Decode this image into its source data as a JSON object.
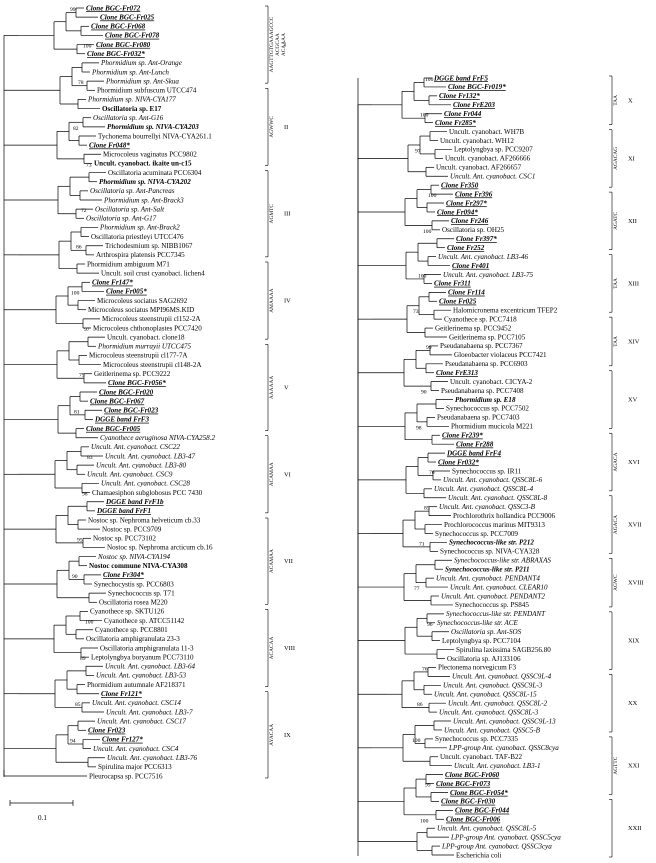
{
  "left_taxa": [
    "Clone BGC-Fr072",
    "Clone BGC-Fr025",
    "Clone BGC-Fr068",
    "Clone BGC-Fr078",
    "Clone BGC-Fr080",
    "Clone BGC-Fr032*",
    "Phormidium sp. Ant-Orange",
    "Phormidium sp. Ant-Lunch",
    "Phormidium sp. Ant-Skua",
    "Phormidium subfuscum UTCC474",
    "Phormidium sp. NIVA-CYA177",
    "Oscillatoria sp. E17",
    "Oscillatoria sp. Ant-G16",
    "Phormidium sp. NIVA-CYA203",
    "Tychonema bourrellyi NIVA-CYA261.1",
    "Clone Fr048*",
    "Microcoleus vaginatus PCC9802",
    "Uncult. cyanobact. ikaite un-c15",
    "Oscillatoria acuminata PCC6304",
    "Phormidium sp. NIVA-CYA202",
    "Oscillatoria sp. Ant-Pancreas",
    "Phormidium sp. Ant-Brack3",
    "Oscillatoria sp. Ant-Salt",
    "Oscillatoria sp. Ant-G17",
    "Phormidium sp. Ant-Brack2",
    "Oscillatoria priestleyi UTCC476",
    "Trichodesmium sp. NIBB1067",
    "Arthrospira platensis PCC7345",
    "Phormidium ambiguum M71",
    "Uncult. soil crust cyanobact. lichen4",
    "Clone Fr147*",
    "Clone Fr005*",
    "Microcoleus sociatus SAG2692",
    "Microcoleus sociatus MPI96MS.KID",
    "Microcoleus steenstrupii cl152-2A",
    "Microcoleus chthonoplastes PCC7420",
    "Uncult. cyanobact. clone18",
    "Phormidium murrayii UTCC475",
    "Microcoleus steenstrupii cl177-7A",
    "Microcoleus steenstrupii cl148-2A",
    "Geitlerinema sp. PCC9222",
    "Clone BGC-Fr056*",
    "Clone BGC-Fr020",
    "Clone BGC-Fr067",
    "Clone BGC-Fr023",
    "DGGE band FrF3",
    "Clone BGC-Fr005",
    "Cyanothece aeruginosa NIVA-CYA258.2",
    "Uncult. Ant. cyanobact. CSC22",
    "Uncult. Ant. cyanobact. LB3-47",
    "Uncult. Ant. cyanobact. LB3-80",
    "Uncult. Ant. cyanobact. CSC9",
    "Uncult. Ant. cyanobact. CSC28",
    "Chamaesiphon subglobosus PCC 7430",
    "DGGE band FrF1b",
    "DGGE band FrF1",
    "Nostoc sp. Nephroma helveticum cb.33",
    "Nostoc sp. PCC9709",
    "Nostoc sp. PCC73102",
    "Nostoc sp. Nephroma arcticum cb.16",
    "Nostoc sp. NIVA-CYA194",
    "Nostoc commune NIVA-CYA308",
    "Clone Fr304*",
    "Synechocystis sp. PCC6803",
    "Synechococcus sp. T71",
    "Oscillatoria rosea M220",
    "Cyanothece sp. SKTU126",
    "Cyanothece sp. ATCC51142",
    "Cyanothece sp. PCC8801",
    "Oscillatoria amphigranulata 23-3",
    "Oscillatoria amphigranulata 11-3",
    "Leptolyngbya boryanum PCC73110",
    "Uncult. Ant. cyanobact. LB3-64",
    "Uncult. Ant. cyanobact. LB3-53",
    "Phormidium autumnale AF218371",
    "Clone Fr121*",
    "Uncult. Ant. cyanobact. CSC14",
    "Uncult. Ant. cyanobact. LB3-7",
    "Uncult. Ant. cyanobact. CSC17",
    "Clone Fr023",
    "Clone Fr127*",
    "Uncult. Ant. cyanobact. CSC4",
    "Uncult. Ant. cyanobact. LB3-76",
    "Spirulina major PCC6313",
    "Pleurocapsa sp. PCC7516"
  ],
  "right_taxa": [
    "DGGE band FrF5",
    "Clone BGC-Fr019*",
    "Clone Fr132*",
    "Clone FrE203",
    "Clone Fr044",
    "Clone Fr285*",
    "Uncult. cyanobact. WH7B",
    "Uncult. cyanobact. WH12",
    "Leptolyngbya sp. PCC9207",
    "Uncult. cyanobact. AF266666",
    "Uncult. cyanobact. AF266657",
    "Uncult. Ant. cyanobact. CSC1",
    "Clone Fr350",
    "Clone Fr396",
    "Clone Fr297*",
    "Clone Fr094*",
    "Clone Fr246",
    "Oscillatoria sp. OH25",
    "Clone Fr397*",
    "Clone Fr252",
    "Uncult. Ant. cyanobact. LB3-46",
    "Clone Fr401",
    "Uncult. Ant. cyanobact. LB3-75",
    "Clone Fr311",
    "Clone Fr114",
    "Clone Fr025",
    "Halomicronema excentricum TFEP2",
    "Cyanothece sp. PCC7418",
    "Geitlerinema sp. PCC9452",
    "Geitlerinema sp. PCC7105",
    "Pseudanabaena sp. PCC7367",
    "Gloeobacter violaceus PCC7421",
    "Pseudanabaena sp. PCC6903",
    "Clone FrE313",
    "Uncult. cyanobact. CICYA-2",
    "Pseudanabaena sp. PCC7408",
    "Phormidium sp. E18",
    "Synechococcus sp. PCC7502",
    "Pseudanabaena sp. PCC7403",
    "Phormidium mucicola M221",
    "Clone Fr239*",
    "Clone Fr288",
    "DGGE band FrF4",
    "Clone Fr032*",
    "Synechococcus sp. IR11",
    "Uncult. Ant. cyanobact. QSSC8L-6",
    "Uncult. Ant. cyanobact. QSSC8L-4",
    "Uncult. Ant. cyanobact. QSSC8L-8",
    "Uncult. Ant. cyanobact. QSSC3-B",
    "Prochlorothrix hollandica PCC9006",
    "Prochlorococcus marinus MIT9313",
    "Synechococcus sp. PCC7009",
    "Synechococcus-like str. P212",
    "Synechococcus sp. NIVA-CYA328",
    "Synechococcus-like str. ABRAXAS",
    "Synechococcus-like str. P211",
    "Uncult. Ant. cyanobact. PENDANT4",
    "Uncult. Ant. cyanobact. CLEAR10",
    "Uncult. Ant. cyanobact. PENDANT2",
    "Synechococcus sp. PS845",
    "Synechococcus-like str. PENDANT",
    "Synechococcus-like str. ACE",
    "Oscillatoria sp. Ant-SOS",
    "Leptolyngbya sp. PCC7104",
    "Spirulina laxissima SAGB256.80",
    "Oscillatoria sp. AJ133106",
    "Plectonema norvegicum F3",
    "Uncult. Ant. cyanobact. QSSC9L-4",
    "Uncult. Ant. cyanobact. QSSC9L-3",
    "Uncult. Ant. cyanobact. QSSC8L-15",
    "Uncult. Ant. cyanobact. QSSC8L-2",
    "Uncult. Ant. cyanobact. QSSC8L-3",
    "Uncult. Ant. cyanobact. QSSC9L-13",
    "Uncult. Ant. cyanobact. QSSC5-B",
    "Synechococcus sp. PCC7335",
    "LPP-group Ant. cyanobact. QSSC8cya",
    "Uncult. cyanobact. TAF-B22",
    "Uncult. Ant. cyanobact. LB3-1",
    "Clone BGC-Fr060",
    "Clone BGC-Fr073",
    "Clone BGC-Fr054*",
    "Clone BGC-Fr030",
    "Clone BGC-Fr044",
    "Clone BGC-Fr006",
    "Uncult. Ant. cyanobact. QSSC8L-5",
    "LPP-group Ant. cyanobact. QSSC5cya",
    "LPP-group Ant. cyanobact. QSSC3cya",
    "Escherichia coli"
  ],
  "left_groups": [
    {
      "roman": "I",
      "motif": [
        "AAGTTGTGAAAGCCC",
        "ACGCAA",
        "ACAAAA"
      ]
    },
    {
      "roman": "II",
      "motif": [
        "AGWWC"
      ]
    },
    {
      "roman": "III",
      "motif": [
        "AGMTC"
      ]
    },
    {
      "roman": "IV",
      "motif": [
        "AMAAAA"
      ]
    },
    {
      "roman": "V",
      "motif": [
        "AAAAAA"
      ]
    },
    {
      "roman": "VI",
      "motif": [
        "ACAMAA"
      ]
    },
    {
      "roman": "VII",
      "motif": [
        "ACAMAA"
      ]
    },
    {
      "roman": "VIII",
      "motif": [
        "ACACAA"
      ]
    },
    {
      "roman": "IX",
      "motif": [
        "AYACAA"
      ]
    }
  ],
  "right_groups": [
    {
      "roman": "X",
      "motif": [
        "TAA"
      ]
    },
    {
      "roman": "XI",
      "motif": [
        "AGACAG"
      ]
    },
    {
      "roman": "XII",
      "motif": [
        "AGATC"
      ]
    },
    {
      "roman": "XIII",
      "motif": [
        "TAA"
      ]
    },
    {
      "roman": "XIV",
      "motif": [
        "TAA"
      ]
    },
    {
      "roman": "XV",
      "motif": []
    },
    {
      "roman": "XVI",
      "motif": [
        "AGACA"
      ]
    },
    {
      "roman": "XVII",
      "motif": [
        "AGACA"
      ]
    },
    {
      "roman": "XVIII",
      "motif": [
        "AGWC"
      ]
    },
    {
      "roman": "XIX",
      "motif": []
    },
    {
      "roman": "XX",
      "motif": []
    },
    {
      "roman": "XXI",
      "motif": [
        "AGTTC"
      ]
    },
    {
      "roman": "XXII",
      "motif": []
    }
  ],
  "bootstrap": [
    "99",
    "100",
    "78",
    "82",
    "73",
    "72",
    "86",
    "100",
    "97",
    "79",
    "81",
    "83",
    "98",
    "95",
    "90",
    "100",
    "89",
    "85",
    "94",
    "100",
    "100",
    "97",
    "100",
    "100",
    "100",
    "73",
    "99",
    "90",
    "98",
    "76",
    "85",
    "71",
    "77",
    "96",
    "76",
    "86",
    "100",
    "99",
    "100"
  ],
  "scale_bar_label": "0.1",
  "colors": {
    "ink": "#000000",
    "background": "#ffffff"
  }
}
